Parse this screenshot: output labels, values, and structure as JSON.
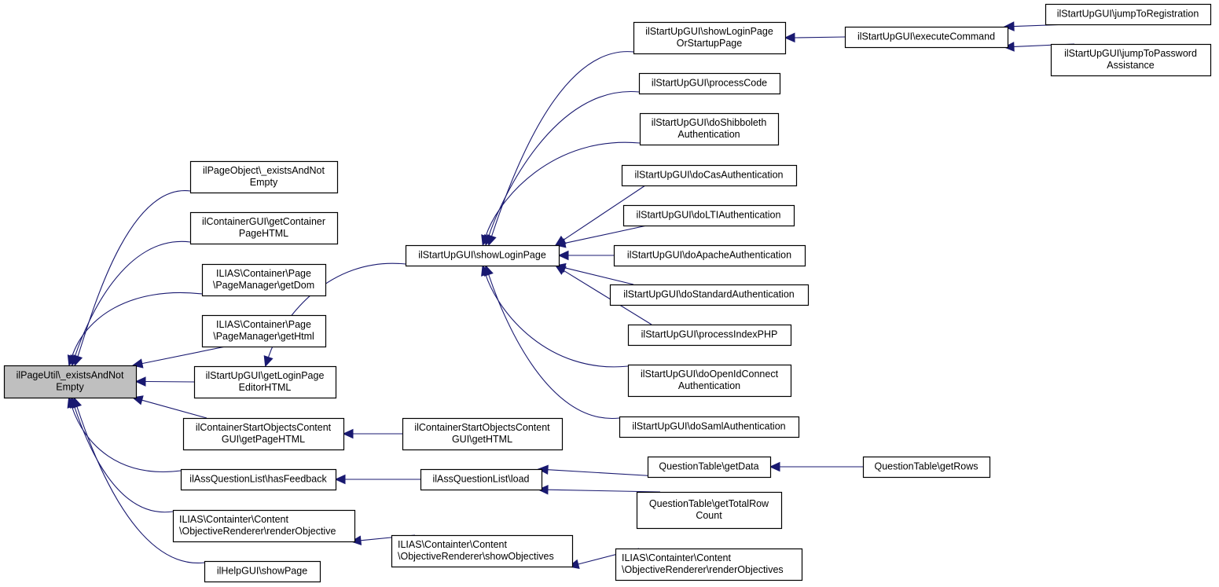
{
  "diagram": {
    "type": "call-graph",
    "direction": "right-to-left",
    "colors": {
      "edge": "#191970",
      "root_fill": "#bfbfbf",
      "node_fill": "#ffffff",
      "node_border": "#000000"
    },
    "nodes": [
      {
        "id": "root",
        "lines": [
          "ilPageUtil\\_existsAndNot",
          "Empty"
        ],
        "root": true
      },
      {
        "id": "pageobject",
        "lines": [
          "ilPageObject\\_existsAndNot",
          "Empty"
        ]
      },
      {
        "id": "containergui",
        "lines": [
          "ilContainerGUI\\getContainer",
          "PageHTML"
        ]
      },
      {
        "id": "getdom",
        "lines": [
          "ILIAS\\Container\\Page",
          "\\PageManager\\getDom"
        ]
      },
      {
        "id": "gethtml",
        "lines": [
          "ILIAS\\Container\\Page",
          "\\PageManager\\getHtml"
        ]
      },
      {
        "id": "loginpageeditor",
        "lines": [
          "ilStartUpGUI\\getLoginPage",
          "EditorHTML"
        ]
      },
      {
        "id": "startobjpage",
        "lines": [
          "ilContainerStartObjectsContent",
          "GUI\\getPageHTML"
        ]
      },
      {
        "id": "hasfeedback",
        "lines": [
          "ilAssQuestionList\\hasFeedback"
        ]
      },
      {
        "id": "renderobjective",
        "lines": [
          "ILIAS\\Containter\\Content",
          "\\ObjectiveRenderer\\renderObjective"
        ],
        "align": "left"
      },
      {
        "id": "helpgui",
        "lines": [
          "ilHelpGUI\\showPage"
        ]
      },
      {
        "id": "showloginpage",
        "lines": [
          "ilStartUpGUI\\showLoginPage"
        ]
      },
      {
        "id": "startobjhtml",
        "lines": [
          "ilContainerStartObjectsContent",
          "GUI\\getHTML"
        ]
      },
      {
        "id": "load",
        "lines": [
          "ilAssQuestionList\\load"
        ]
      },
      {
        "id": "showobjectives",
        "lines": [
          "ILIAS\\Containter\\Content",
          "\\ObjectiveRenderer\\showObjectives"
        ],
        "align": "left"
      },
      {
        "id": "showloginorstartup",
        "lines": [
          "ilStartUpGUI\\showLoginPage",
          "OrStartupPage"
        ]
      },
      {
        "id": "processcode",
        "lines": [
          "ilStartUpGUI\\processCode"
        ]
      },
      {
        "id": "shibboleth",
        "lines": [
          "ilStartUpGUI\\doShibboleth",
          "Authentication"
        ]
      },
      {
        "id": "cas",
        "lines": [
          "ilStartUpGUI\\doCasAuthentication"
        ]
      },
      {
        "id": "lti",
        "lines": [
          "ilStartUpGUI\\doLTIAuthentication"
        ]
      },
      {
        "id": "apache",
        "lines": [
          "ilStartUpGUI\\doApacheAuthentication"
        ]
      },
      {
        "id": "standard",
        "lines": [
          "ilStartUpGUI\\doStandardAuthentication"
        ]
      },
      {
        "id": "indexphp",
        "lines": [
          "ilStartUpGUI\\processIndexPHP"
        ]
      },
      {
        "id": "openid",
        "lines": [
          "ilStartUpGUI\\doOpenIdConnect",
          "Authentication"
        ]
      },
      {
        "id": "saml",
        "lines": [
          "ilStartUpGUI\\doSamlAuthentication"
        ]
      },
      {
        "id": "getdata",
        "lines": [
          "QuestionTable\\getData"
        ]
      },
      {
        "id": "totalrow",
        "lines": [
          "QuestionTable\\getTotalRow",
          "Count"
        ]
      },
      {
        "id": "renderobjectives",
        "lines": [
          "ILIAS\\Containter\\Content",
          "\\ObjectiveRenderer\\renderObjectives"
        ],
        "align": "left"
      },
      {
        "id": "executecommand",
        "lines": [
          "ilStartUpGUI\\executeCommand"
        ]
      },
      {
        "id": "getrows",
        "lines": [
          "QuestionTable\\getRows"
        ]
      },
      {
        "id": "jumpreg",
        "lines": [
          "ilStartUpGUI\\jumpToRegistration"
        ]
      },
      {
        "id": "jumppw",
        "lines": [
          "ilStartUpGUI\\jumpToPassword",
          "Assistance"
        ]
      }
    ],
    "edges": [
      {
        "from": "pageobject",
        "to": "root"
      },
      {
        "from": "containergui",
        "to": "root"
      },
      {
        "from": "getdom",
        "to": "root"
      },
      {
        "from": "gethtml",
        "to": "root"
      },
      {
        "from": "loginpageeditor",
        "to": "root"
      },
      {
        "from": "startobjpage",
        "to": "root"
      },
      {
        "from": "hasfeedback",
        "to": "root"
      },
      {
        "from": "renderobjective",
        "to": "root"
      },
      {
        "from": "helpgui",
        "to": "root"
      },
      {
        "from": "showloginpage",
        "to": "loginpageeditor"
      },
      {
        "from": "startobjhtml",
        "to": "startobjpage"
      },
      {
        "from": "load",
        "to": "hasfeedback"
      },
      {
        "from": "showobjectives",
        "to": "renderobjective"
      },
      {
        "from": "showloginorstartup",
        "to": "showloginpage"
      },
      {
        "from": "processcode",
        "to": "showloginpage"
      },
      {
        "from": "shibboleth",
        "to": "showloginpage"
      },
      {
        "from": "cas",
        "to": "showloginpage"
      },
      {
        "from": "lti",
        "to": "showloginpage"
      },
      {
        "from": "apache",
        "to": "showloginpage"
      },
      {
        "from": "standard",
        "to": "showloginpage"
      },
      {
        "from": "indexphp",
        "to": "showloginpage"
      },
      {
        "from": "openid",
        "to": "showloginpage"
      },
      {
        "from": "saml",
        "to": "showloginpage"
      },
      {
        "from": "getdata",
        "to": "load"
      },
      {
        "from": "totalrow",
        "to": "load"
      },
      {
        "from": "renderobjectives",
        "to": "showobjectives"
      },
      {
        "from": "executecommand",
        "to": "showloginorstartup"
      },
      {
        "from": "getrows",
        "to": "getdata"
      },
      {
        "from": "jumpreg",
        "to": "executecommand"
      },
      {
        "from": "jumppw",
        "to": "executecommand"
      }
    ]
  }
}
